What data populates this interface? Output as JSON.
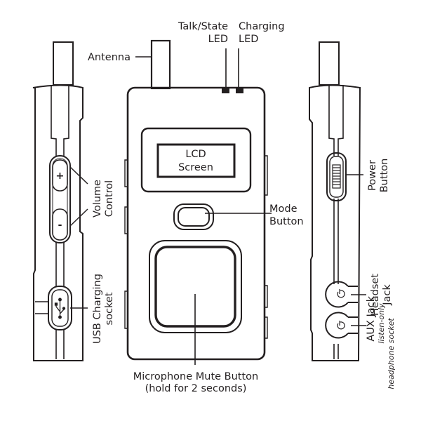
{
  "labels": {
    "antenna": "Antenna",
    "talk_led_line1": "Talk/State",
    "talk_led_line2": "LED",
    "charging_led_line1": "Charging",
    "charging_led_line2": "LED",
    "lcd_line1": "LCD",
    "lcd_line2": "Screen",
    "mode_line1": "Mode",
    "mode_line2": "Button",
    "mute_line1": "Microphone Mute Button",
    "mute_line2": "(hold for 2 seconds)",
    "volume_line1": "Volume",
    "volume_line2": "Control",
    "usb_line1": "USB Charging",
    "usb_line2": "socket",
    "power_line1": "Power",
    "power_line2": "Button",
    "headset_line1": "Headset",
    "headset_line2": "Jack",
    "aux_line1": "AUX Jack",
    "aux_line2": "listen-only",
    "aux_line3": "headphone socket",
    "vol_plus_glyph": "+",
    "vol_minus_glyph": "-"
  },
  "icons": {
    "usb": "usb-icon",
    "power_grip": "ridged-slider-icon",
    "jack": "headphone-jack-icon"
  },
  "colors": {
    "ink": "#231f20",
    "background": "#ffffff"
  }
}
